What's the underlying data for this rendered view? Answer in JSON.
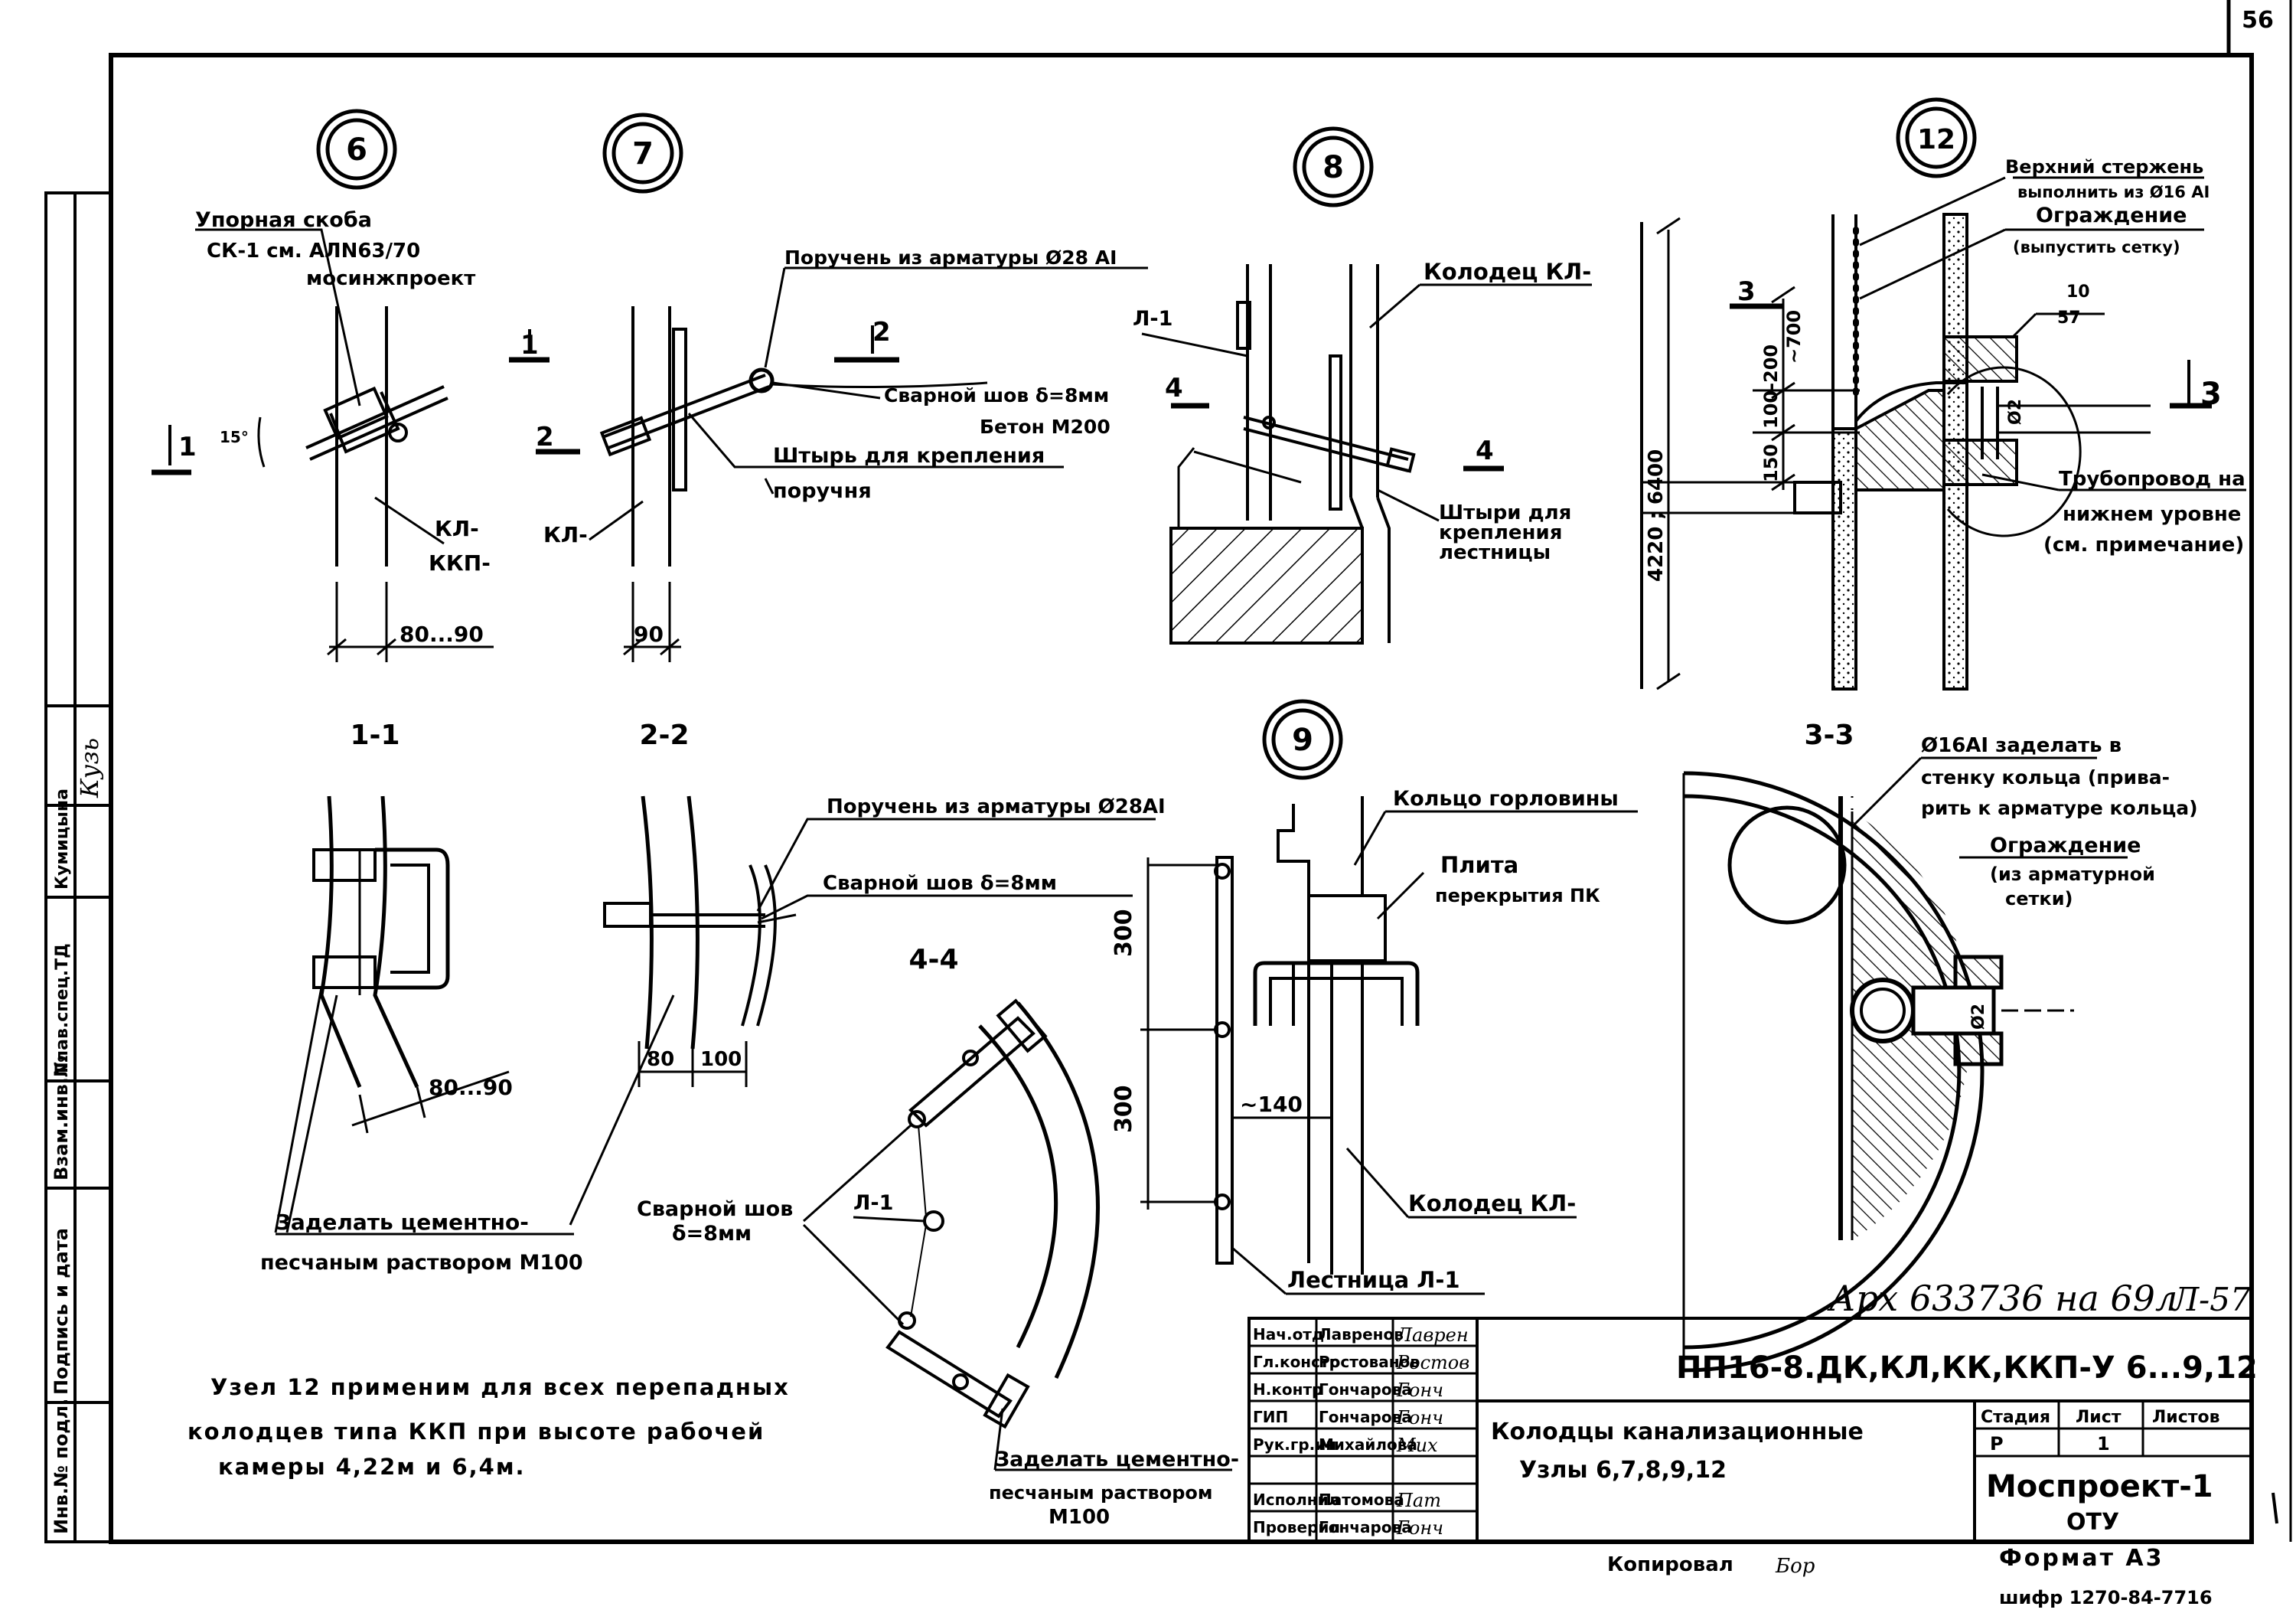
{
  "sheet_number": "56",
  "nodes": {
    "n6": "6",
    "n7": "7",
    "n8": "8",
    "n9": "9",
    "n12": "12"
  },
  "sections": {
    "s11": "1-1",
    "s22": "2-2",
    "s33": "3-3",
    "s44": "4-4"
  },
  "cut_marks": {
    "m1": "1",
    "m2": "2",
    "m3": "3",
    "m4": "4"
  },
  "node6": {
    "label_line1": "Упорная скоба",
    "label_line2": "СК-1 см. АЛN63/70",
    "label_line3": "мосинжпроект",
    "angle": "15°",
    "well_line1": "КЛ-",
    "well_line2": "ККП-",
    "dim": "80...90"
  },
  "node7": {
    "handrail": "Поручень из арматуры Ø28 АI",
    "weld": "Сварной шов δ=8мм",
    "concrete": "Бетон М200",
    "pin_line1": "Штырь для крепления",
    "pin_line2": "поручня",
    "well": "КЛ-",
    "dim": "90"
  },
  "node8": {
    "well": "Колодец КЛ-",
    "ladder": "Л-1",
    "pin_line1": "Штыри для",
    "pin_line2": "крепления",
    "pin_line3": "лестницы"
  },
  "node12": {
    "bar_line1": "Верхний стержень",
    "bar_line2": "выполнить из Ø16 АI",
    "fence_line1": "Ограждение",
    "fence_line2": "(выпустить сетку)",
    "ref_top": "10",
    "ref_bottom": "57",
    "pipe_line1": "Трубопровод на",
    "pipe_line2": "нижнем уровне",
    "pipe_line3": "(см. примечание)",
    "dim_700": "~700",
    "dim_100_200": "100-200",
    "dim_150": "150",
    "dim_4220_6400": "4220 ; 6400",
    "dim_d2": "Ø2"
  },
  "section11": {
    "dim": "80...90"
  },
  "section22": {
    "handrail": "Поручень из арматуры Ø28АI",
    "weld": "Сварной шов δ=8мм",
    "dim_80": "80",
    "dim_100": "100"
  },
  "seal_note": {
    "line1": "Заделать цементно-",
    "line2": "песчаным раствором М100"
  },
  "section44": {
    "weld_line1": "Сварной шов",
    "weld_line2": "δ=8мм",
    "ladder": "Л-1",
    "seal_line1": "Заделать цементно-",
    "seal_line2": "песчаным раствором",
    "seal_line3": "М100"
  },
  "node9": {
    "ring": "Кольцо горловины",
    "slab_line1": "Плита",
    "slab_line2": "перекрытия ПК",
    "well": "Колодец КЛ-",
    "ladder": "Лестница Л-1",
    "dim_300a": "300",
    "dim_300b": "300",
    "dim_140": "~140"
  },
  "section33": {
    "rod_line1": "Ø16АI заделать в",
    "rod_line2": "стенку кольца (прива-",
    "rod_line3": "рить к арматуре кольца)",
    "fence_line1": "Ограждение",
    "fence_line2": "(из арматурной",
    "fence_line3": "сетки)",
    "dim_d2": "Ø2"
  },
  "note": {
    "line1": "Узел 12 применим для всех перепадных",
    "line2": "колодцев типа ККП при высоте рабочей",
    "line3": "камеры 4,22м и 6,4м."
  },
  "archive_stamp": "Арх 633736 на 69л",
  "sheet_code": "Л-57",
  "title_block": {
    "code": "ПП16-8.ДК,КЛ,КК,ККП-У 6...9,12",
    "title_line1": "Колодцы канализационные",
    "title_line2": "Узлы 6,7,8,9,12",
    "stage_label": "Стадия",
    "sheet_label": "Лист",
    "sheets_label": "Листов",
    "stage_value": "Р",
    "sheet_value": "1",
    "sheets_value": "",
    "org_line1": "Моспроект-1",
    "org_line2": "ОТУ",
    "roles": [
      {
        "role": "Нач.отд",
        "name": "Лавренов",
        "sign": "Лаврен"
      },
      {
        "role": "Гл.констр",
        "name": "Ростованов",
        "sign": "Ростов"
      },
      {
        "role": "Н.контр",
        "name": "Гончарова",
        "sign": "Гонч"
      },
      {
        "role": "ГИП",
        "name": "Гончарова",
        "sign": "Гонч"
      },
      {
        "role": "Рук.гр.ин",
        "name": "Михайлова",
        "sign": "Мих"
      },
      {
        "role": "",
        "name": "",
        "sign": ""
      },
      {
        "role": "Исполнил",
        "name": "Патомова",
        "sign": "Пат"
      },
      {
        "role": "Проверил",
        "name": "Гончарова",
        "sign": "Гонч"
      }
    ]
  },
  "copied": "Копировал",
  "copied_sign": "Бор",
  "format": "Формат А3",
  "shifr": "шифр 1270-84-7716",
  "side_stamp": {
    "f1": "Инв.№ подл.",
    "f2": "Подпись и дата",
    "f3": "Взам.инв.№",
    "f4": "Глав.спец.ТД",
    "f5": "Кумицына",
    "f6": "Кузь"
  }
}
